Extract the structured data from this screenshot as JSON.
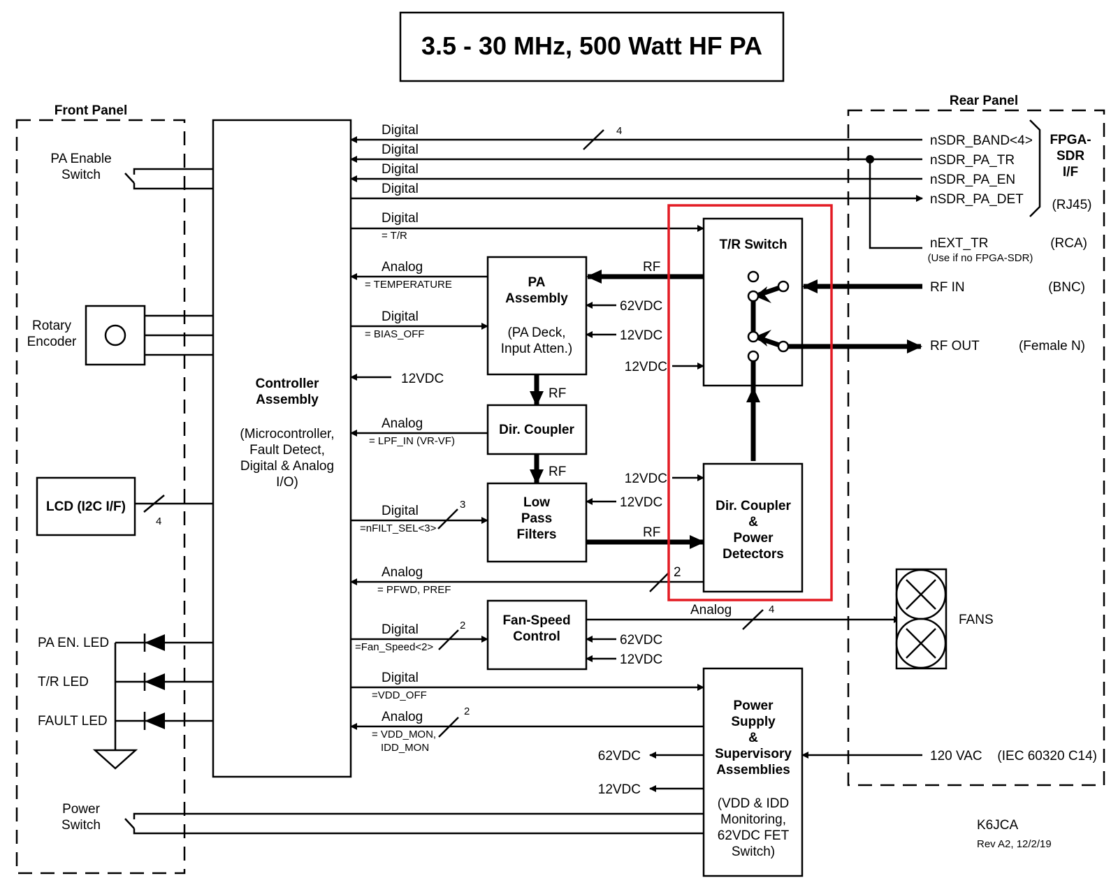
{
  "title": "3.5 - 30 MHz, 500 Watt HF PA",
  "front_panel": {
    "label": "Front Panel",
    "pa_enable_switch": [
      "PA Enable",
      "Switch"
    ],
    "rotary_encoder": [
      "Rotary",
      "Encoder"
    ],
    "lcd": "LCD (I2C I/F)",
    "lcd_bus_width": "4",
    "leds": [
      "PA EN. LED",
      "T/R LED",
      "FAULT LED"
    ],
    "power_switch": [
      "Power",
      "Switch"
    ]
  },
  "rear_panel": {
    "label": "Rear Panel",
    "signals": [
      "nSDR_BAND<4>",
      "nSDR_PA_TR",
      "nSDR_PA_EN",
      "nSDR_PA_DET"
    ],
    "fpga_label": [
      "FPGA-",
      "SDR",
      "I/F"
    ],
    "rj45": "(RJ45)",
    "ext_tr": "nEXT_TR",
    "rca": "(RCA)",
    "ext_tr_note": "(Use if no FPGA-SDR)",
    "rf_in": "RF IN",
    "bnc": "(BNC)",
    "rf_out": "RF OUT",
    "female_n": "(Female N)",
    "fans": "FANS",
    "ac_in": "120 VAC",
    "iec": "(IEC 60320 C14)"
  },
  "controller": {
    "title": [
      "Controller",
      "Assembly"
    ],
    "desc": [
      "(Microcontroller,",
      "Fault Detect,",
      "Digital & Analog",
      "I/O)"
    ]
  },
  "signals": {
    "digital": "Digital",
    "analog": "Analog",
    "rf": "RF",
    "v12": "12VDC",
    "v62": "62VDC",
    "bus4": "4",
    "bus3": "3",
    "bus2": "2",
    "tr": "= T/R",
    "temperature": "= TEMPERATURE",
    "bias_off": "= BIAS_OFF",
    "lpf_in": "= LPF_IN (VR-VF)",
    "nfilt_sel": "=nFILT_SEL<3>",
    "pfwd_pref": "= PFWD, PREF",
    "fan_speed": "=Fan_Speed<2>",
    "vdd_off": "=VDD_OFF",
    "vdd_mon": "= VDD_MON,",
    "idd_mon": "IDD_MON"
  },
  "blocks": {
    "pa_assembly": [
      "PA",
      "Assembly"
    ],
    "pa_assembly_desc": [
      "(PA Deck,",
      "Input Atten.)"
    ],
    "dir_coupler": "Dir. Coupler",
    "lpf": [
      "Low",
      "Pass",
      "Filters"
    ],
    "tr_switch": "T/R Switch",
    "dir_coupler_det": [
      "Dir. Coupler",
      "&",
      "Power",
      "Detectors"
    ],
    "fan_speed": [
      "Fan-Speed",
      "Control"
    ],
    "power_supply": [
      "Power",
      "Supply",
      "&",
      "Supervisory",
      "Assemblies"
    ],
    "power_supply_desc": [
      "(VDD & IDD",
      "Monitoring,",
      "62VDC FET",
      "Switch)"
    ]
  },
  "footer": {
    "author": "K6JCA",
    "rev": "Rev A2, 12/2/19"
  },
  "colors": {
    "highlight": "#e31b23"
  }
}
